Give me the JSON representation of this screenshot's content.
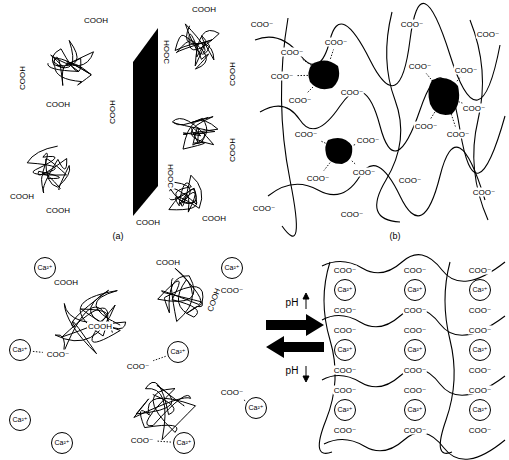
{
  "diagram": {
    "nodes": [
      {
        "text": [
          "Ca²⁺"
        ]
      },
      {
        "text": [
          "Ca²⁺"
        ]
      },
      {
        "text": [
          "Ca²⁺"
        ]
      },
      {
        "text": [
          "Ca²⁺"
        ]
      },
      {
        "text": [
          "Ca²⁺"
        ]
      },
      {
        "text": [
          "Ca²⁺"
        ]
      },
      {
        "text": [
          "Ca²⁺"
        ]
      },
      {
        "text": [
          "Ca²⁺"
        ]
      },
      {
        "text": [
          "Ca²⁺"
        ]
      },
      {
        "text": [
          "Ca²⁺"
        ]
      },
      {
        "text": [
          "Ca²⁺"
        ]
      },
      {
        "text": [
          "Ca²⁺"
        ]
      },
      {
        "text": [
          "Ca²⁺"
        ]
      },
      {
        "text": [
          "Ca²⁺"
        ]
      },
      {
        "text": [
          "Ca²⁺"
        ]
      },
      {
        "text": [
          "Ca²⁺"
        ]
      },
      {
        "text": [
          "Ca²⁺"
        ]
      }
    ],
    "labels": [
      "COOH",
      "COOH",
      "COOH",
      "COOH",
      "HOOC",
      "COOH",
      "COOH",
      "HOOC",
      "COOH",
      "COOH",
      "COOH",
      "COOH",
      "COOH",
      "(a)",
      "COO⁻",
      "COO⁻",
      "COO⁻",
      "COO⁻",
      "COO⁻",
      "COO⁻",
      "COO⁻",
      "COO⁻",
      "COO⁻",
      "COO⁻",
      "COO⁻",
      "COO⁻",
      "COO⁻",
      "COO⁻",
      "COO⁻",
      "COO⁻",
      "COO⁻",
      "COO⁻",
      "COO⁻",
      "COO⁻",
      "COO⁻",
      "(b)",
      "COOH",
      "COOH",
      "COOH",
      "COOH",
      "COO⁻",
      "COO⁻",
      "COO⁻",
      "COO⁻",
      "COO⁻",
      "pH",
      "pH",
      "COO⁻",
      "COO⁻",
      "COO⁻",
      "COO⁻",
      "COO⁻",
      "COO⁻",
      "COO⁻",
      "COO⁻",
      "COO⁻",
      "COO⁻",
      "COO⁻",
      "COO⁻",
      "COO⁻",
      "COO⁻",
      "COO⁻",
      "COO⁻",
      "COO⁻",
      "COO⁻"
    ]
  }
}
